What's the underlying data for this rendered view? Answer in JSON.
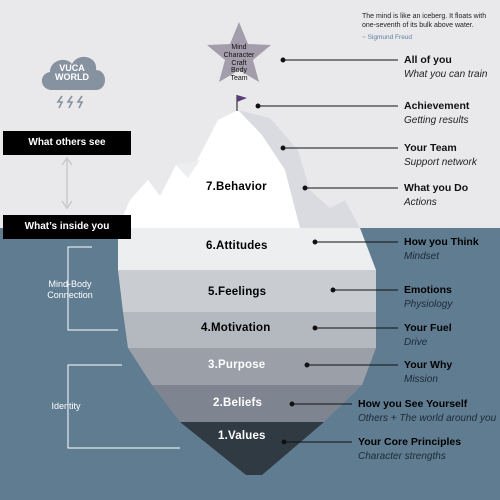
{
  "quote": {
    "text": "The mind is like an iceberg. It floats with one-seventh of its bulk above water.",
    "author": "~ Sigmund Freud"
  },
  "star": {
    "label_lines": [
      "Mind",
      "Character",
      "Craft",
      "Body",
      "Team"
    ]
  },
  "logo": {
    "line1": "VUCA",
    "line2": "WORLD"
  },
  "bars": {
    "others": "What others see",
    "inside": "What’s inside you"
  },
  "side_groups": {
    "mind_body": "Mind-Body Connection",
    "identity": "Identity"
  },
  "layers": [
    {
      "label": "7.Behavior"
    },
    {
      "label": "6.Attitudes"
    },
    {
      "label": "5.Feelings"
    },
    {
      "label": "4.Motivation"
    },
    {
      "label": "3.Purpose"
    },
    {
      "label": "2.Beliefs"
    },
    {
      "label": "1.Values"
    }
  ],
  "annotations": [
    {
      "title": "All of you",
      "subtitle": "What you can train"
    },
    {
      "title": "Achievement",
      "subtitle": "Getting results"
    },
    {
      "title": "Your Team",
      "subtitle": "Support network"
    },
    {
      "title": "What you Do",
      "subtitle": "Actions"
    },
    {
      "title": "How you Think",
      "subtitle": "Mindset"
    },
    {
      "title": "Emotions",
      "subtitle": "Physiology"
    },
    {
      "title": "Your Fuel",
      "subtitle": "Drive"
    },
    {
      "title": "Your Why",
      "subtitle": "Mission"
    },
    {
      "title": "How you See Yourself",
      "subtitle": "Others + The world around you"
    },
    {
      "title": "Your Core Principles",
      "subtitle": "Character strengths"
    }
  ],
  "colors": {
    "sky": "#e9e9ec",
    "water": "#5f7c91",
    "ice": "#ffffff",
    "ice_shadow": "#d9dbe0",
    "layer_attitudes": "#eceef0",
    "layer_feelings": "#c9cdd2",
    "layer_motivation": "#b4b9c0",
    "layer_purpose": "#9a9fa8",
    "layer_beliefs": "#7f8590",
    "layer_values": "#2f3a42",
    "star": "#a49dac",
    "cloud": "#8792a0"
  }
}
